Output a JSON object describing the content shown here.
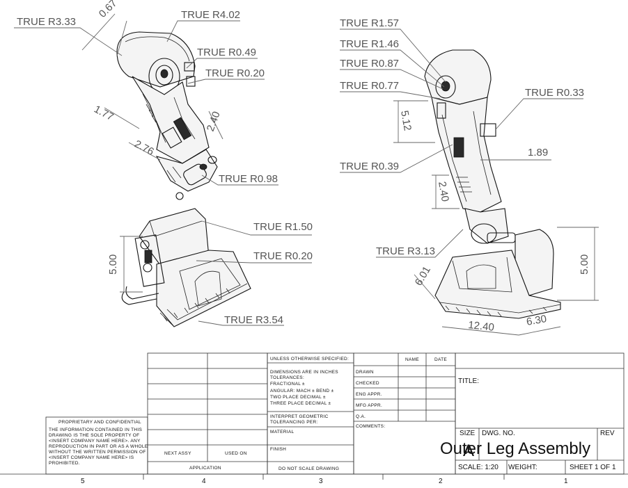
{
  "views": {
    "top_left_labels": [
      "TRUE R3.33",
      "TRUE R4.02",
      "TRUE R0.49",
      "TRUE R0.20",
      "TRUE R0.98"
    ],
    "top_left_dims": [
      "0.67",
      "1.77",
      "2.76",
      "2.40"
    ],
    "bottom_left_labels": [
      "TRUE R1.50",
      "TRUE R0.20",
      "TRUE R3.54"
    ],
    "bottom_left_dims": [
      "5.00"
    ],
    "right_labels": [
      "TRUE R1.57",
      "TRUE R1.46",
      "TRUE R0.87",
      "TRUE R0.77",
      "TRUE R0.33",
      "TRUE R0.39",
      "TRUE R3.13"
    ],
    "right_dims": [
      "5.12",
      "1.89",
      "2.40",
      "6.01",
      "12.40",
      "6.30",
      "5.00"
    ]
  },
  "title_block": {
    "tolerance_header": "UNLESS OTHERWISE SPECIFIED:",
    "tolerance_lines": [
      "DIMENSIONS ARE IN INCHES",
      "TOLERANCES:",
      "FRACTIONAL ±",
      "ANGULAR: MACH ±   BEND ±",
      "TWO PLACE DECIMAL   ±",
      "THREE PLACE DECIMAL  ±"
    ],
    "interp": "INTERPRET GEOMETRIC",
    "interp2": "TOLERANCING PER:",
    "material": "MATERIAL",
    "finish": "FINISH",
    "no_scale": "DO NOT SCALE DRAWING",
    "name_col": "NAME",
    "date_col": "DATE",
    "rows": [
      "DRAWN",
      "CHECKED",
      "ENG APPR.",
      "MFG APPR.",
      "Q.A.",
      "COMMENTS:"
    ],
    "title_label": "TITLE:",
    "size_label": "SIZE",
    "size_value": "A",
    "dwg_no_label": "DWG.  NO.",
    "rev_label": "REV",
    "part_title": "Outer Leg Assembly",
    "scale": "SCALE: 1:20",
    "weight": "WEIGHT:",
    "sheet": "SHEET 1 OF 1",
    "next_assy": "NEXT ASSY",
    "used_on": "USED ON",
    "application": "APPLICATION",
    "proprietary_title": "PROPRIETARY AND CONFIDENTIAL",
    "proprietary_lines": [
      "THE INFORMATION CONTAINED IN THIS",
      "DRAWING IS THE SOLE PROPERTY OF",
      "<INSERT COMPANY NAME HERE>.  ANY",
      "REPRODUCTION IN PART OR AS A WHOLE",
      "WITHOUT THE WRITTEN PERMISSION OF",
      "<INSERT COMPANY NAME HERE> IS",
      "PROHIBITED."
    ]
  },
  "zones": [
    "5",
    "4",
    "3",
    "2",
    "1"
  ]
}
